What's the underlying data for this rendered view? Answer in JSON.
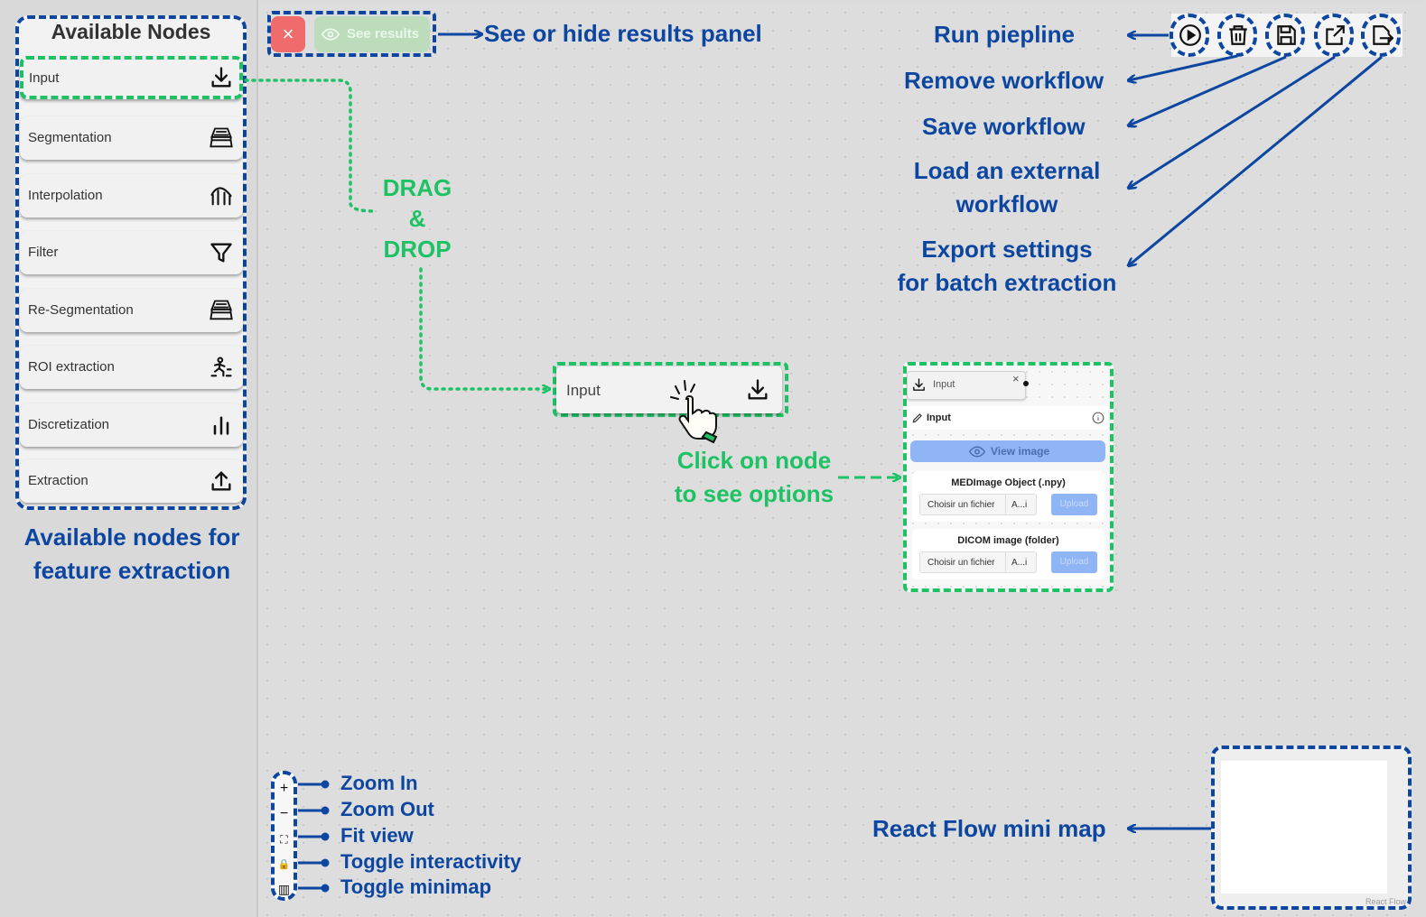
{
  "sidebar": {
    "title": "Available Nodes",
    "items": [
      {
        "label": "Input",
        "icon": "download-icon"
      },
      {
        "label": "Segmentation",
        "icon": "layers-icon"
      },
      {
        "label": "Interpolation",
        "icon": "interpolation-icon"
      },
      {
        "label": "Filter",
        "icon": "filter-icon"
      },
      {
        "label": "Re-Segmentation",
        "icon": "layers-icon"
      },
      {
        "label": "ROI extraction",
        "icon": "roi-icon"
      },
      {
        "label": "Discretization",
        "icon": "bar-chart-icon"
      },
      {
        "label": "Extraction",
        "icon": "upload-icon"
      }
    ],
    "caption_line1": "Available nodes for",
    "caption_line2": "feature extraction"
  },
  "top_buttons": {
    "close_label": "×",
    "see_results_label": "See results",
    "annotation": "See or hide results panel"
  },
  "toolbar": {
    "buttons": [
      {
        "icon": "play-icon",
        "annotation": "Run piepline"
      },
      {
        "icon": "trash-icon",
        "annotation": "Remove workflow"
      },
      {
        "icon": "save-icon",
        "annotation": "Save workflow"
      },
      {
        "icon": "import-icon",
        "annotation_line1": "Load an external",
        "annotation_line2": "workflow"
      },
      {
        "icon": "export-icon",
        "annotation_line1": "Export settings",
        "annotation_line2": "for batch extraction"
      }
    ]
  },
  "drag_drop": {
    "line1": "DRAG",
    "line2": "&",
    "line3": "DROP"
  },
  "canvas_node": {
    "label": "Input"
  },
  "click_annotation": {
    "line1": "Click on node",
    "line2": "to see options"
  },
  "panel": {
    "tab_label": "Input",
    "tab_close": "×",
    "header_label": "Input",
    "view_image_label": "View image",
    "sections": [
      {
        "title": "MEDImage Object (.npy)",
        "choose_label": "Choisir un fichier",
        "file_value": "A...i",
        "upload_label": "Upload"
      },
      {
        "title": "DICOM image (folder)",
        "choose_label": "Choisir un fichier",
        "file_value": "A...i",
        "upload_label": "Upload"
      }
    ]
  },
  "controls": {
    "buttons": [
      {
        "symbol": "+",
        "annotation": "Zoom In"
      },
      {
        "symbol": "−",
        "annotation": "Zoom Out"
      },
      {
        "symbol": "⛶",
        "annotation": "Fit view"
      },
      {
        "symbol": "🔒",
        "annotation": "Toggle interactivity"
      },
      {
        "symbol": "▥",
        "annotation": "Toggle minimap"
      }
    ]
  },
  "minimap": {
    "annotation": "React Flow mini map",
    "attribution": "React Flow"
  },
  "colors": {
    "annotation_blue": "#0d46a0",
    "annotation_green": "#1ec264",
    "close_red": "#f06b6b",
    "view_blue": "#8fb5f5"
  }
}
